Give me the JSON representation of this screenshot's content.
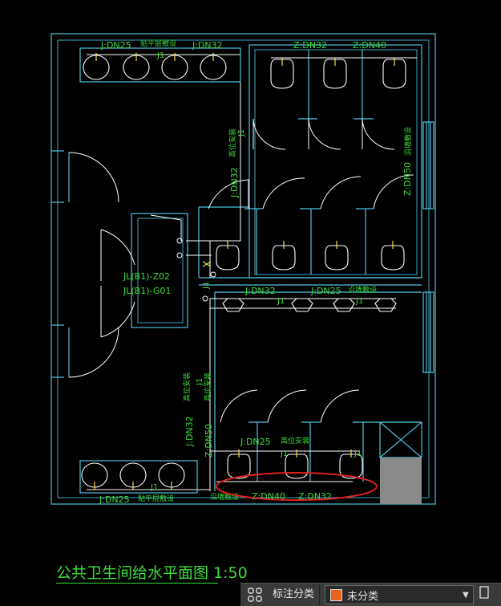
{
  "drawing_title": "公共卫生间给水平面图 1:50",
  "labels": {
    "top_dn25": "J:DN25",
    "top_tiedi": "贴平层敷设",
    "top_dn32": "J:DN32",
    "top_j1": "J1",
    "z_dn32": "Z:DN32",
    "z_dn40": "Z:DN40",
    "high_install_1": "高位安装",
    "j1_vertical": "J1",
    "j_dn32_vertical": "J:DN32",
    "z_dn50_vertical": "Z:DN50",
    "tiedi_vertical": "沿墙敷设",
    "jl_b1_z02": "JL(B1)-Z02",
    "jl_b1_g01": "JL(B1)-G01",
    "mid_j1": "J1",
    "mid_dn32": "J:DN32",
    "mid_j1b": "J1",
    "mid_dn25": "J:DN25",
    "mid_yanqiang": "沿墙敷设",
    "mid_j1c": "J1",
    "lower_high_install": "高位安装",
    "lower_j1": "J1",
    "lower_j_dn32": "J:DN32",
    "lower_high_install2": "高位安装",
    "lower_z_dn50": "Z:DN50",
    "lower_dn25": "J:DN25",
    "lower_high3": "高位安装",
    "lower_j1b": "J1",
    "lower_j1c": "J1",
    "lower_j1d": "J1",
    "bottom_j1": "J1",
    "bottom_dn25": "J:DN25",
    "bottom_tiedi": "贴平层敷设",
    "bottom_yanqiang": "沿墙敷设",
    "bottom_z_dn40": "Z:DN40",
    "bottom_z_dn32": "Z:DN32"
  },
  "statusbar": {
    "annotation_label": "标注分类",
    "category_value": "未分类",
    "category_color": "#e8641e"
  },
  "colors": {
    "walls": "#4fc3e0",
    "annotations": "#3ddc3d",
    "fixtures": "#ffffff",
    "highlight_ellipse": "#e02020"
  }
}
